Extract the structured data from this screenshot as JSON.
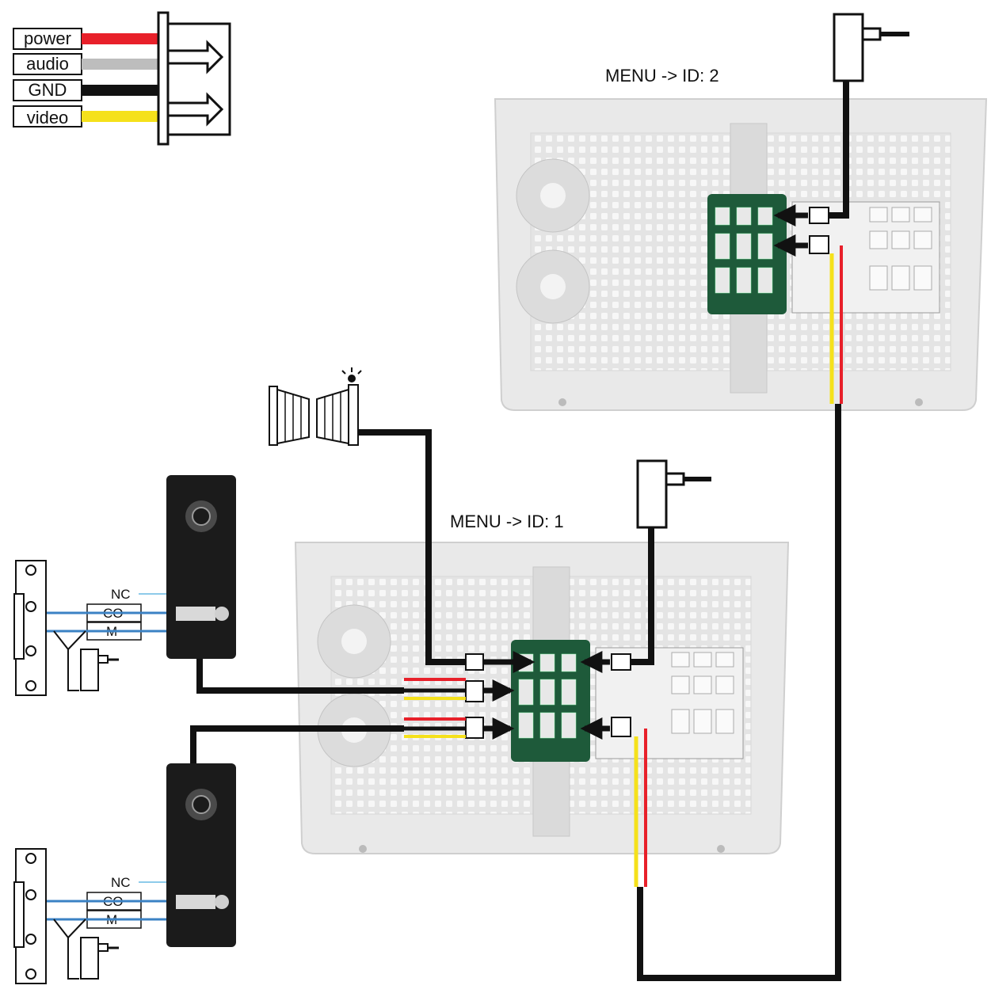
{
  "legend": {
    "items": [
      {
        "label": "power",
        "color": "#e8202a"
      },
      {
        "label": "audio",
        "color": "#bdbdbd"
      },
      {
        "label": "GND",
        "color": "#111111"
      },
      {
        "label": "video",
        "color": "#f5e11b"
      }
    ]
  },
  "monitors": [
    {
      "label": "MENU -> ID: 2"
    },
    {
      "label": "MENU -> ID: 1"
    }
  ],
  "door_stations": [
    {
      "relay": {
        "nc": "NC",
        "co": "CO",
        "m": "M"
      }
    },
    {
      "relay": {
        "nc": "NC",
        "co": "CO",
        "m": "M"
      }
    }
  ],
  "colors": {
    "wire_power": "#e8202a",
    "wire_audio": "#bdbdbd",
    "wire_gnd": "#111111",
    "wire_video": "#f5e11b",
    "monitor_body": "#e9e9e9",
    "pcb": "#1e5a3a",
    "lock_wire": "#3b82c4"
  },
  "icons": [
    "plug-adapter-icon",
    "gate-icon",
    "door-lock-icon",
    "camera-lens-icon"
  ]
}
